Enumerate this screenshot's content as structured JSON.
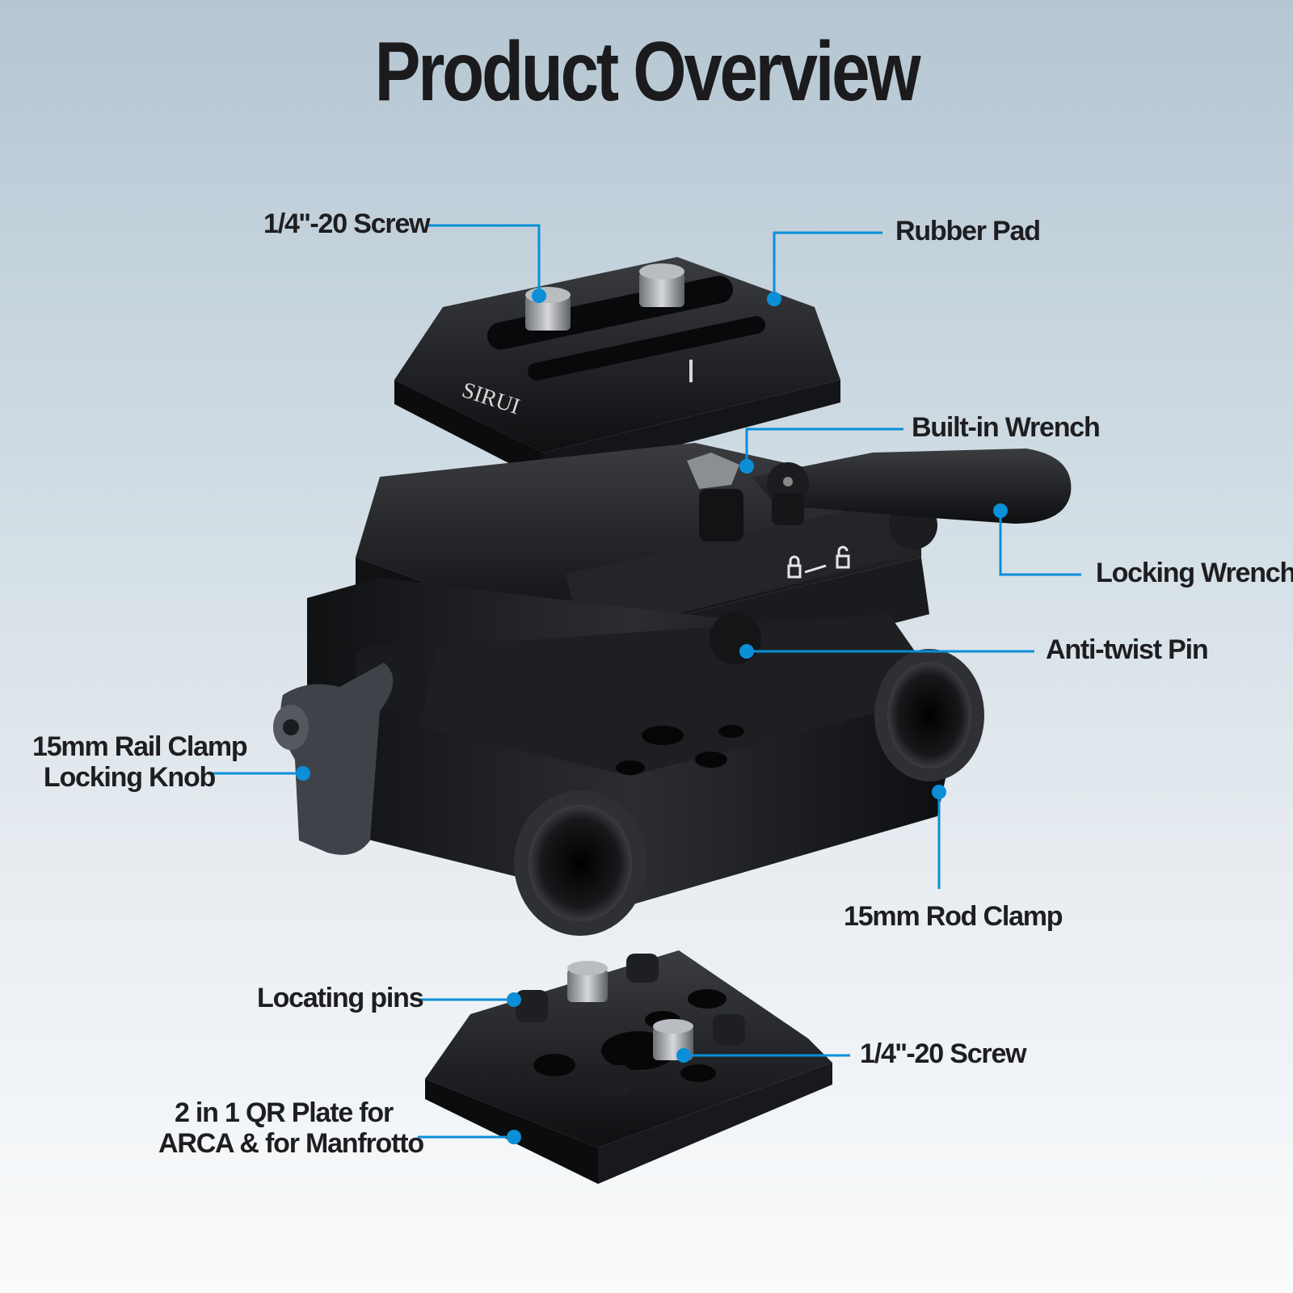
{
  "title": "Product Overview",
  "accent_color": "#0a8fd8",
  "brand_mark": "SIRUI",
  "lock_symbol_icon": "lock-to-unlock-icon",
  "labels": {
    "top_screw": "1/4''-20 Screw",
    "rubber_pad": "Rubber Pad",
    "built_in_wrench": "Built-in Wrench",
    "locking_wrench": "Locking Wrench",
    "anti_twist_pin": "Anti-twist Pin",
    "rail_clamp_line1": "15mm Rail Clamp",
    "rail_clamp_line2": "Locking Knob",
    "rod_clamp": "15mm Rod Clamp",
    "locating_pins": "Locating pins",
    "bottom_screw": "1/4''-20 Screw",
    "qr_plate_line1": "2 in 1 QR Plate for",
    "qr_plate_line2": "ARCA & for Manfrotto"
  }
}
